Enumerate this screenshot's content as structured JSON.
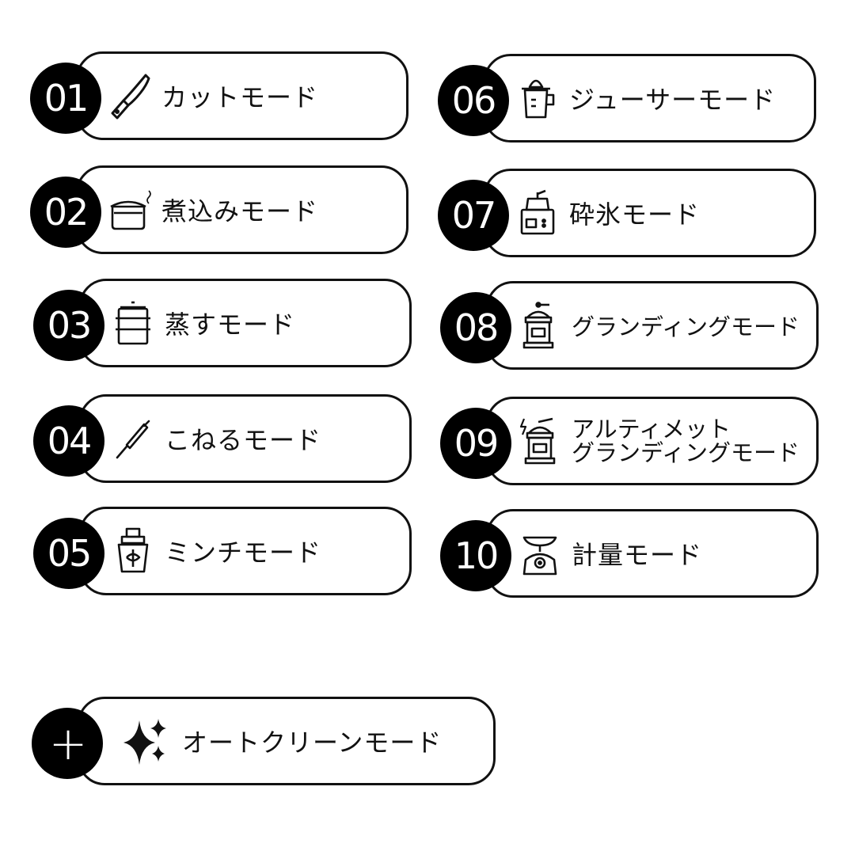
{
  "modes": [
    {
      "number": "01",
      "label": "カットモード",
      "icon": "knife-icon"
    },
    {
      "number": "02",
      "label": "煮込みモード",
      "icon": "pot-icon"
    },
    {
      "number": "03",
      "label": "蒸すモード",
      "icon": "steamer-icon"
    },
    {
      "number": "04",
      "label": "こねるモード",
      "icon": "rolling-pin-icon"
    },
    {
      "number": "05",
      "label": "ミンチモード",
      "icon": "mincer-icon"
    },
    {
      "number": "06",
      "label": "ジューサーモード",
      "icon": "juicer-icon"
    },
    {
      "number": "07",
      "label": "砕氷モード",
      "icon": "ice-crusher-icon"
    },
    {
      "number": "08",
      "label": "グランディングモード",
      "icon": "grinder-icon"
    },
    {
      "number": "09",
      "label_line1": "アルティメット",
      "label_line2": "グランディングモード",
      "icon": "ultimate-grinder-icon"
    },
    {
      "number": "10",
      "label": "計量モード",
      "icon": "scale-icon"
    }
  ],
  "extra": {
    "symbol": "+",
    "label": "オートクリーンモード",
    "icon": "sparkle-icon"
  }
}
